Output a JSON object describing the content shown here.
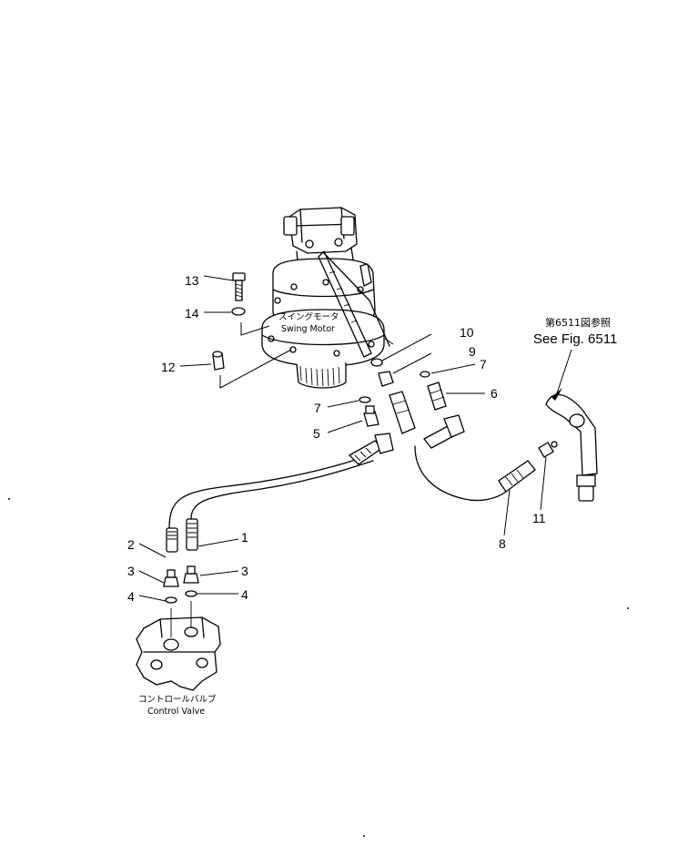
{
  "labels": {
    "swing_motor_jp": "スイングモータ",
    "swing_motor_en": "Swing Motor",
    "control_valve_jp": "コントロールバルブ",
    "control_valve_en": "Control Valve",
    "see_fig_jp": "第6511図参照",
    "see_fig_en": "See Fig. 6511"
  },
  "callouts": {
    "c1": "1",
    "c2": "2",
    "c3_left": "3",
    "c3_right": "3",
    "c4_left": "4",
    "c4_right": "4",
    "c5": "5",
    "c6": "6",
    "c7_left": "7",
    "c7_right": "7",
    "c8": "8",
    "c9": "9",
    "c10": "10",
    "c11": "11",
    "c12": "12",
    "c13": "13",
    "c14": "14"
  }
}
